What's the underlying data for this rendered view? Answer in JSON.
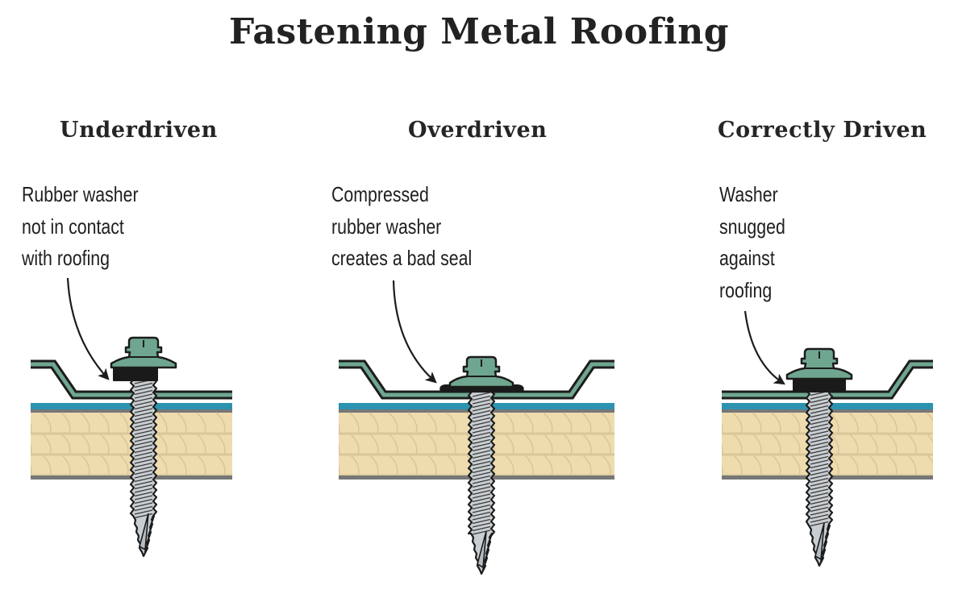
{
  "title": "Fastening Metal Roofing",
  "panels": [
    {
      "heading": "Underdriven",
      "note_lines": [
        "Rubber washer",
        "not in contact",
        "with roofing"
      ]
    },
    {
      "heading": "Overdriven",
      "note_lines": [
        "Compressed",
        "rubber washer",
        "creates a bad seal"
      ]
    },
    {
      "heading": "Correctly Driven",
      "note_lines": [
        "Washer",
        "snugged",
        "against",
        "roofing"
      ]
    }
  ],
  "colors": {
    "metal_panel": "#6fa68f",
    "metal_outline": "#1c1c1c",
    "underlayment": "#2b93b0",
    "deck_wood": "#efdcae",
    "deck_grain": "#d9c79a",
    "deck_edge": "#777777",
    "screw_head": "#6fa68f",
    "washer": "#1a1a1a",
    "screw_shank": "#c9ced2"
  }
}
